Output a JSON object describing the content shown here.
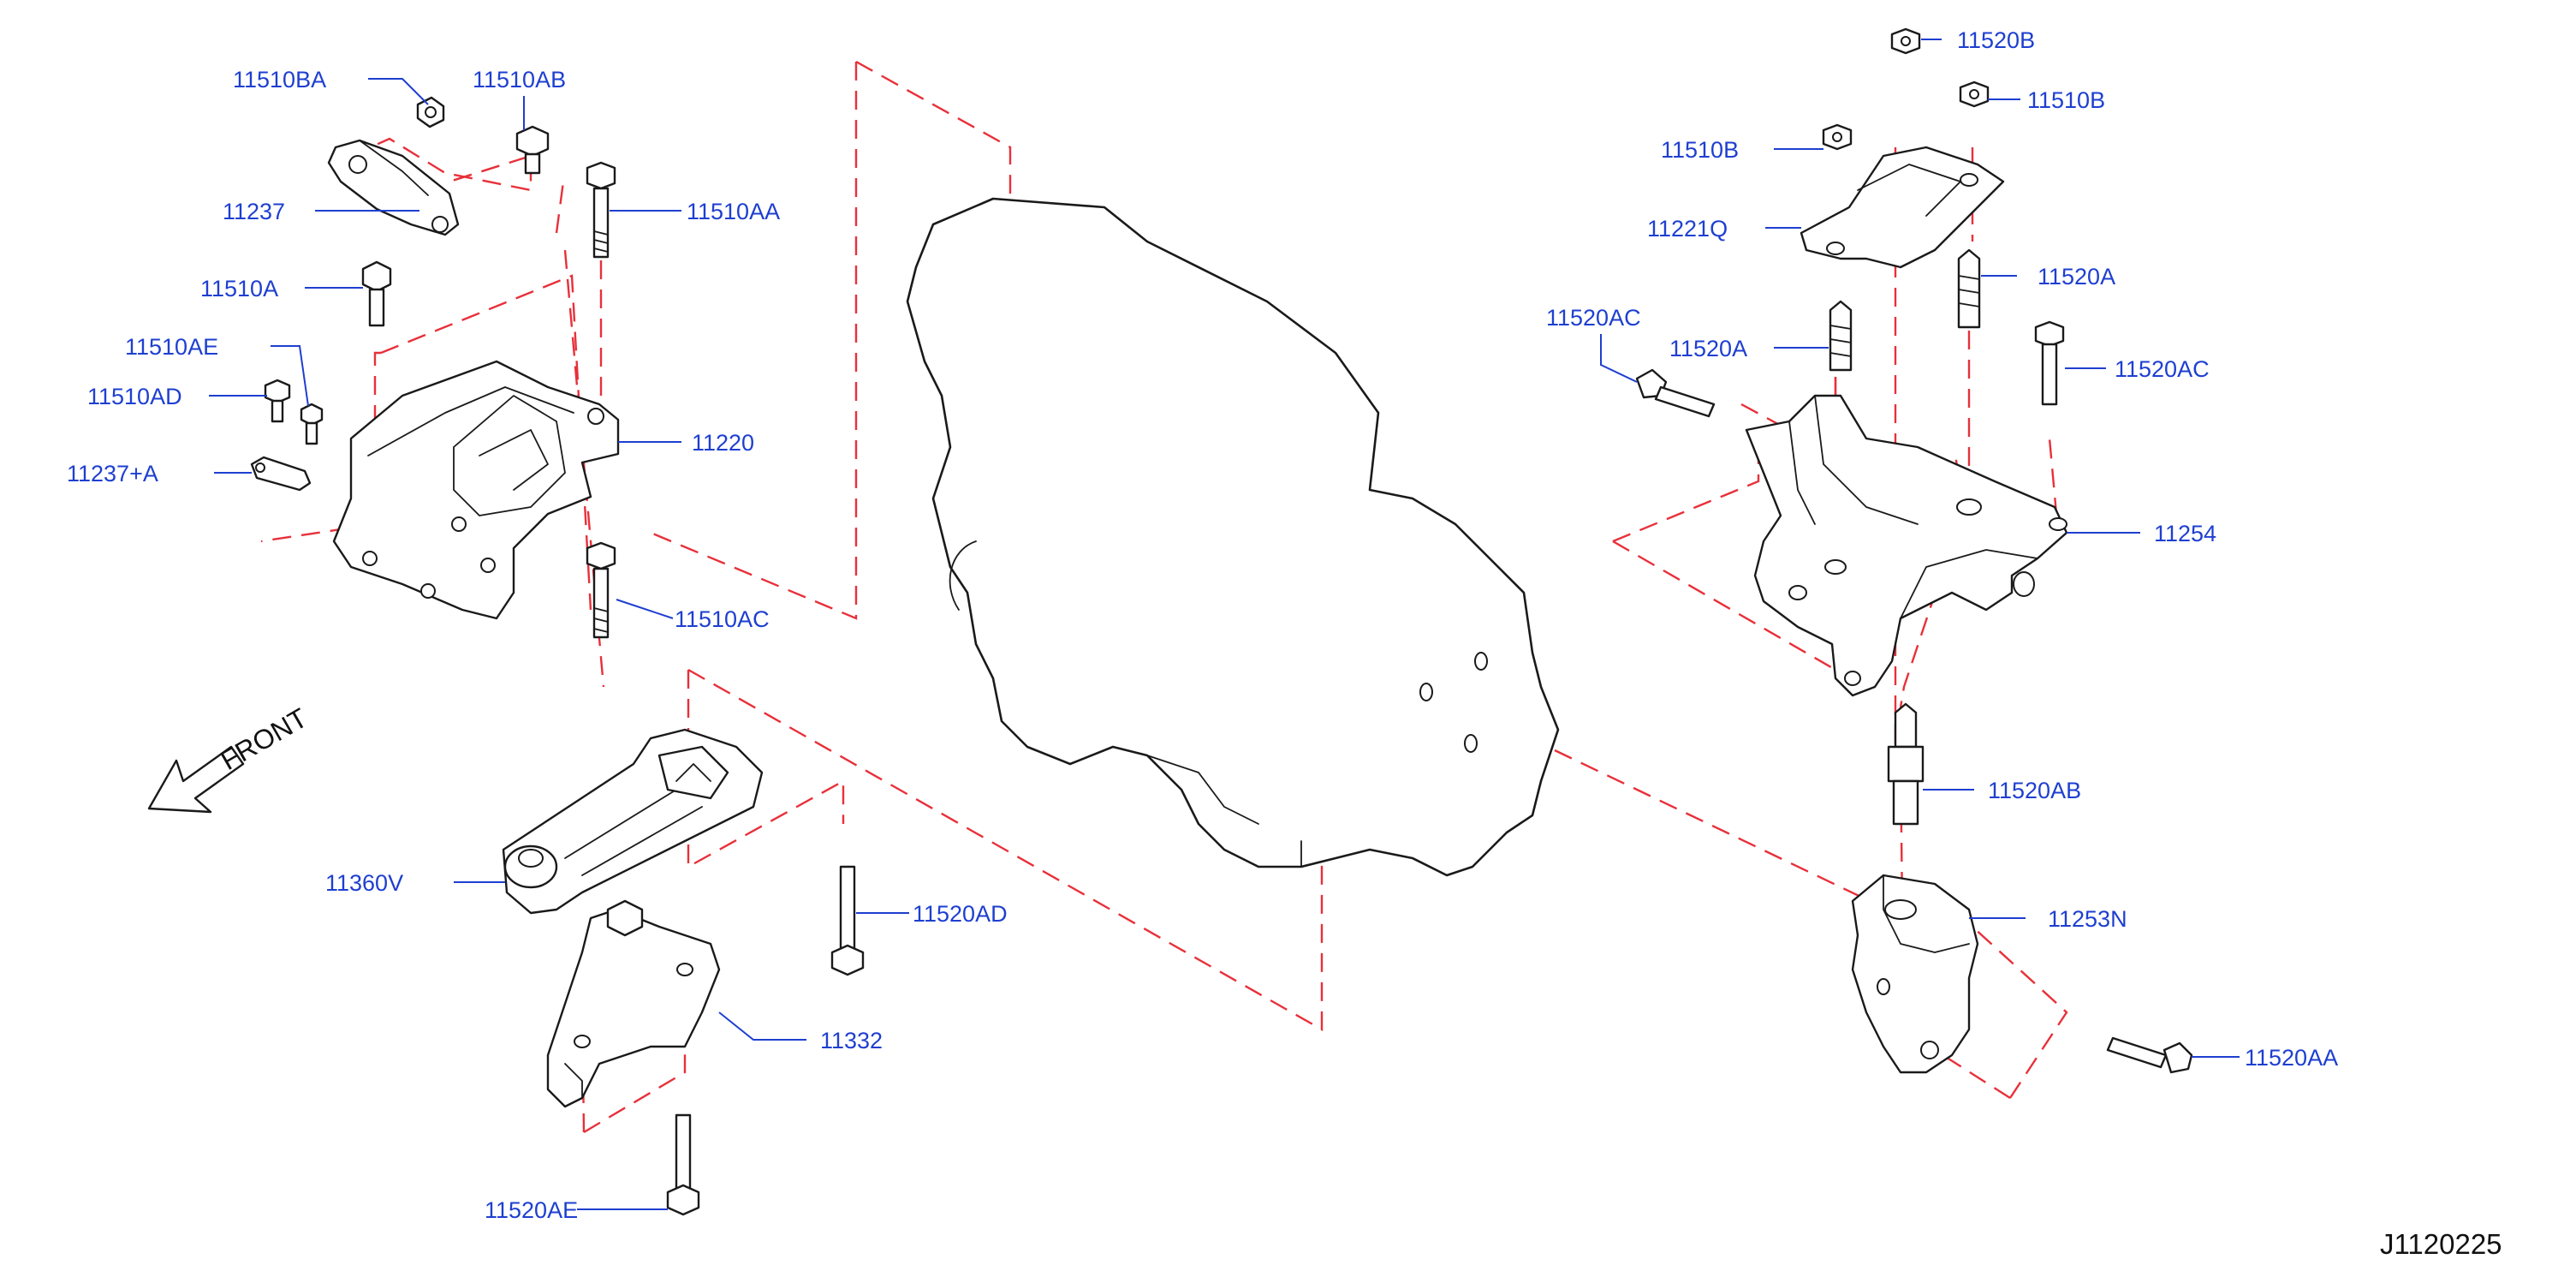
{
  "diagram_id": "J1120225",
  "front_label": "FRONT",
  "callouts": {
    "c11510BA": "11510BA",
    "c11510AB": "11510AB",
    "c11237": "11237",
    "c11510AA": "11510AA",
    "c11510A": "11510A",
    "c11510AE": "11510AE",
    "c11510AD": "11510AD",
    "c11237A": "11237+A",
    "c11220": "11220",
    "c11510AC": "11510AC",
    "c11360V": "11360V",
    "c11520AD": "11520AD",
    "c11332": "11332",
    "c11520AE": "11520AE",
    "c11520B": "11520B",
    "c11510B_top": "11510B",
    "c11510B_left": "11510B",
    "c11221Q": "11221Q",
    "c11520AC_left": "11520AC",
    "c11520A_left": "11520A",
    "c11520A_right": "11520A",
    "c11520AC_right": "11520AC",
    "c11254": "11254",
    "c11520AB": "11520AB",
    "c11253N": "11253N",
    "c11520AA": "11520AA"
  },
  "colors": {
    "callout_text": "#1e3fd0",
    "guide_dash": "#e8303a",
    "part_outline": "#1a1a1a"
  }
}
